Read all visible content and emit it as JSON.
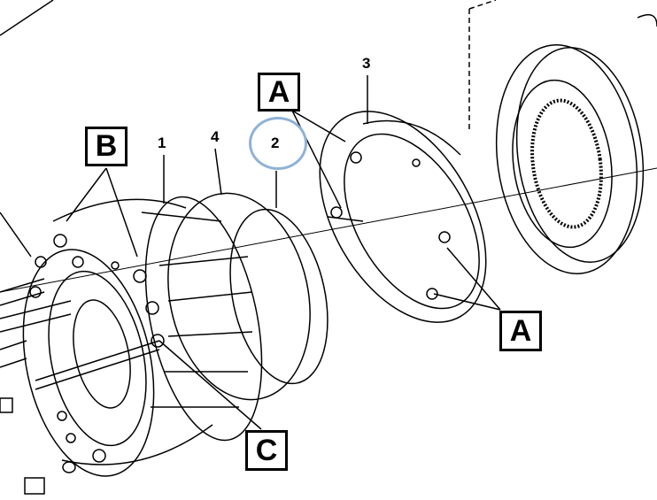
{
  "diagram": {
    "callouts": {
      "a_top": "A",
      "a_bottom": "A",
      "b": "B",
      "c": "C"
    },
    "part_numbers": {
      "p1": "1",
      "p2": "2",
      "p3": "3",
      "p4": "4"
    },
    "highlighted_part": "2",
    "highlight_color": "#8fb2d6"
  }
}
